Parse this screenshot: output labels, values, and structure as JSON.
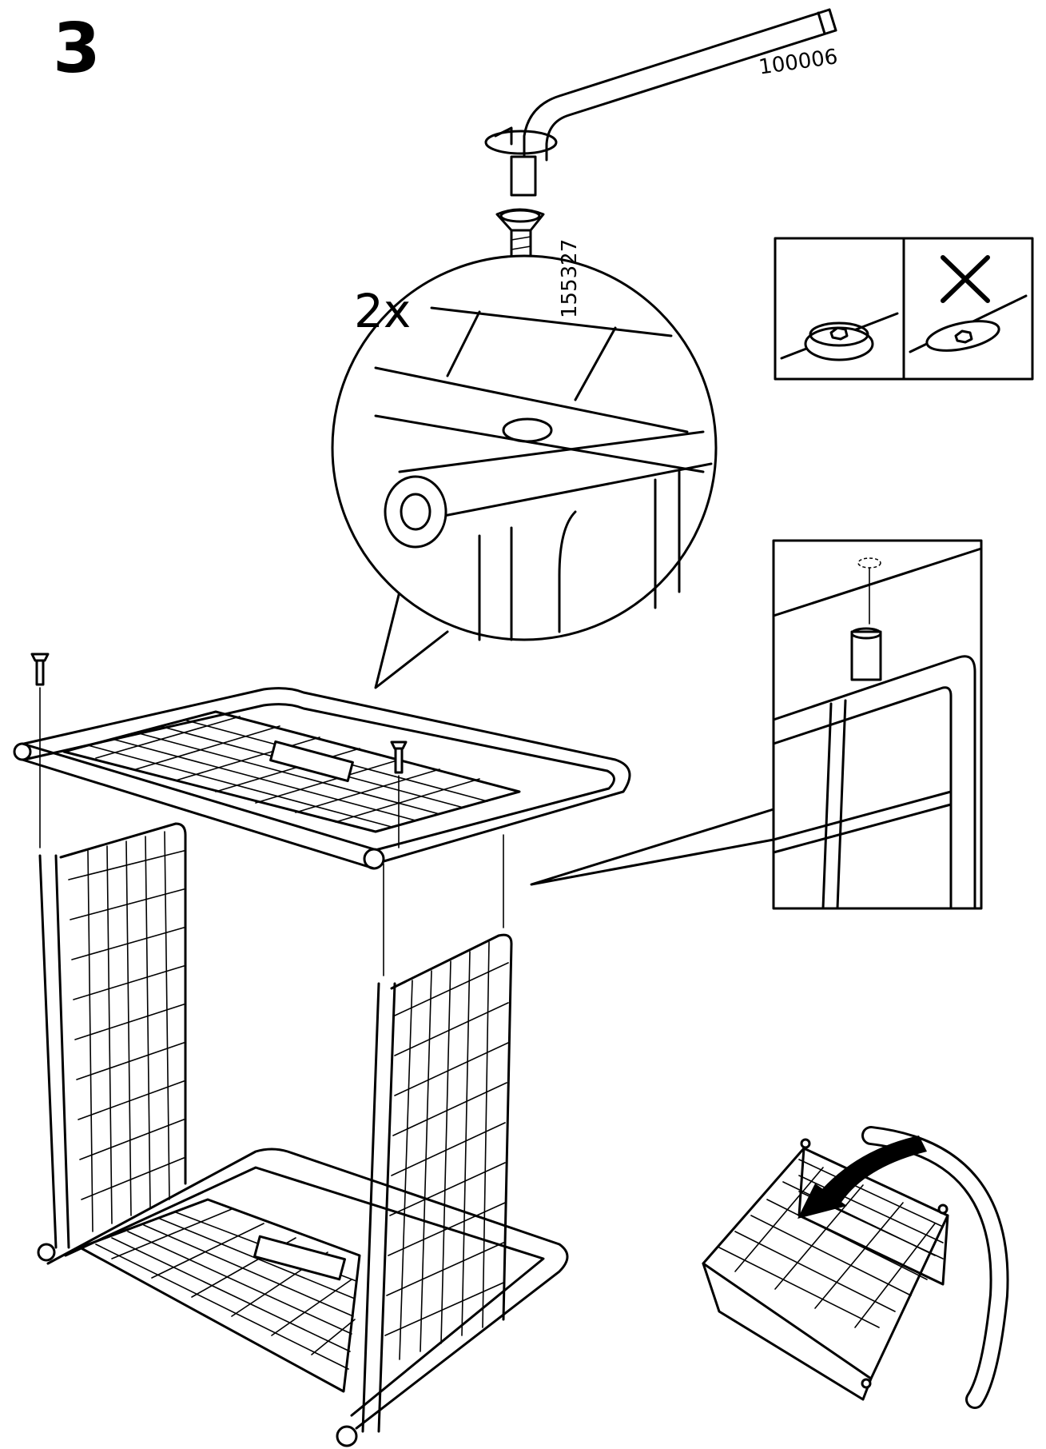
{
  "step": {
    "number": "3"
  },
  "hardware": {
    "quantity": "2x",
    "hex_key_part": "100006",
    "screw_part": "155327"
  }
}
